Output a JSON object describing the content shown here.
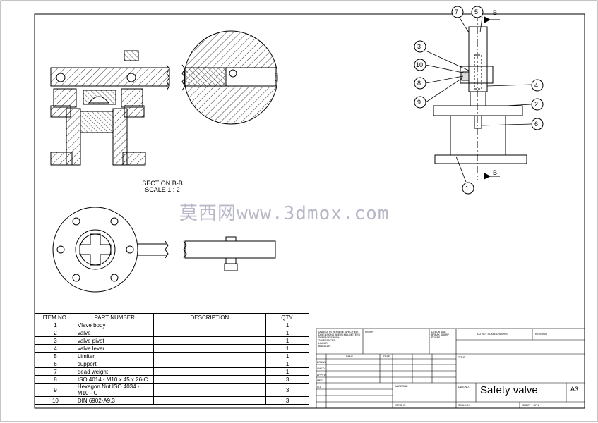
{
  "section_view": {
    "title": "SECTION B-B",
    "scale": "SCALE 1 : 2"
  },
  "watermark": "莫西网www.3dmox.com",
  "callouts": [
    "7",
    "5",
    "3",
    "10",
    "8",
    "9",
    "4",
    "2",
    "6",
    "1"
  ],
  "section_marks": [
    "B",
    "B"
  ],
  "bom": {
    "headers": [
      "ITEM NO.",
      "PART NUMBER",
      "DESCRIPTION",
      "QTY."
    ],
    "rows": [
      {
        "item": "1",
        "part": "Vlave body",
        "desc": "",
        "qty": "1"
      },
      {
        "item": "2",
        "part": "valve",
        "desc": "",
        "qty": "1"
      },
      {
        "item": "3",
        "part": "valve pivot",
        "desc": "",
        "qty": "1"
      },
      {
        "item": "4",
        "part": "valve lever",
        "desc": "",
        "qty": "1"
      },
      {
        "item": "5",
        "part": "Limiter",
        "desc": "",
        "qty": "1"
      },
      {
        "item": "6",
        "part": "support",
        "desc": "",
        "qty": "1"
      },
      {
        "item": "7",
        "part": "dead weight",
        "desc": "",
        "qty": "1"
      },
      {
        "item": "8",
        "part": "ISO 4014 - M10 x 45 x 26-C",
        "desc": "",
        "qty": "3"
      },
      {
        "item": "9",
        "part": "Hexagon Nut ISO 4034 - M10 - C",
        "desc": "",
        "qty": "3"
      },
      {
        "item": "10",
        "part": "DIN 6902-A9.3",
        "desc": "",
        "qty": "3"
      }
    ]
  },
  "title_block": {
    "notes": [
      "UNLESS OTHERWISE SPECIFIED:",
      "DIMENSIONS ARE IN MILLIMETERS",
      "SURFACE FINISH:",
      "TOLERANCES:",
      "LINEAR:",
      "ANGULAR:"
    ],
    "finish": "FINISH:",
    "deburr": [
      "DEBUR AND",
      "BREAK SHARP",
      "EDGES"
    ],
    "do_not_scale": "DO NOT SCALE DRAWING",
    "revision": "REVISION",
    "name_col": "NAME",
    "date_col": "DATE",
    "roles": [
      "DRAWN",
      "CHK'D",
      "APPV'D",
      "MFG",
      "Q.A"
    ],
    "title_label": "TITLE:",
    "material": "MATERIAL:",
    "dwg_no": "DWG NO.",
    "title_value": "Safety valve",
    "size": "A3",
    "weight": "WEIGHT:",
    "scale": "SCALE:1:5",
    "sheet": "SHEET 1 OF 1"
  }
}
